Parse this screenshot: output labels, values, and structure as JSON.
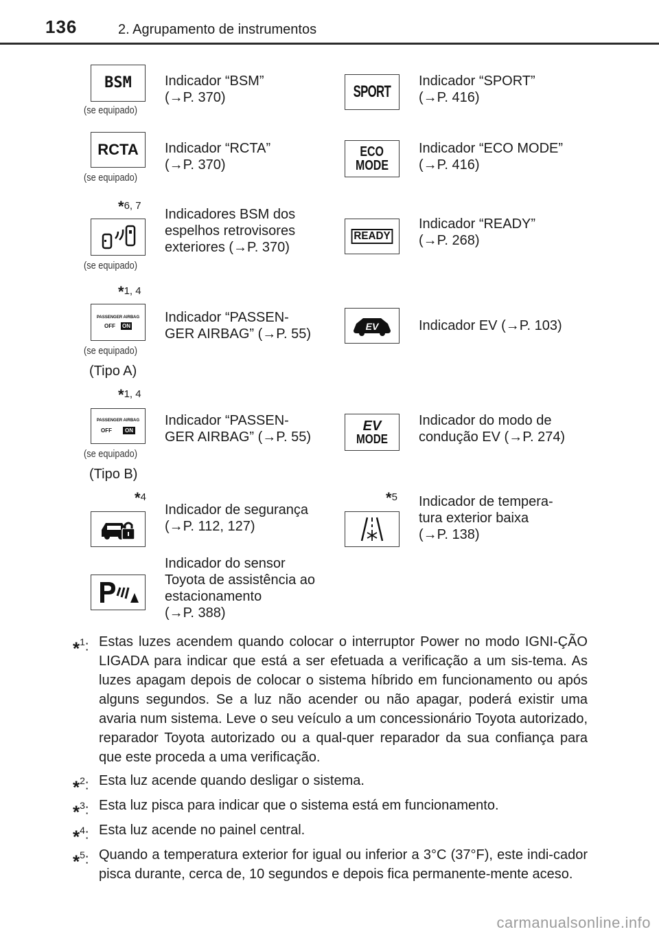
{
  "header": {
    "page_number": "136",
    "section_title": "2. Agrupamento de instrumentos"
  },
  "notes": {
    "equipped": "(se equipado)",
    "type_a": "(Tipo A)",
    "type_b": "(Tipo B)"
  },
  "left": {
    "bsm": {
      "icon": "BSM",
      "desc1": "Indicador “BSM”",
      "desc2": "(→P. 370)"
    },
    "rcta": {
      "icon": "RCTA",
      "desc1": "Indicador “RCTA”",
      "desc2": "(→P. 370)"
    },
    "mirror": {
      "star": "6, 7",
      "desc1": "Indicadores BSM dos",
      "desc2": "espelhos retrovisores",
      "desc3": "exteriores (→P. 370)"
    },
    "airbag_a": {
      "star": "1, 4",
      "icon1": "PASSENGER AIRBAG",
      "icon2": "OFF",
      "icon3": "ON",
      "desc1": "Indicador “PASSEN-",
      "desc2": "GER AIRBAG” (→P. 55)"
    },
    "airbag_b": {
      "star": "1, 4",
      "icon1": "PASSENGER AIRBAG",
      "icon2": "OFF",
      "icon3": "ON",
      "desc1": "Indicador “PASSEN-",
      "desc2": "GER AIRBAG” (→P. 55)"
    },
    "security": {
      "star": "4",
      "desc1": "Indicador de segurança",
      "desc2": "(→P. 112, 127)"
    },
    "parking": {
      "desc1": "Indicador do sensor",
      "desc2": "Toyota de assistência ao",
      "desc3": "estacionamento",
      "desc4": "(→P. 388)"
    }
  },
  "right": {
    "sport": {
      "icon": "SPORT",
      "desc1": "Indicador “SPORT”",
      "desc2": "(→P. 416)"
    },
    "eco": {
      "icon1": "ECO",
      "icon2": "MODE",
      "desc1": "Indicador “ECO MODE”",
      "desc2": "(→P. 416)"
    },
    "ready": {
      "icon": "READY",
      "desc1": "Indicador “READY”",
      "desc2": "(→P. 268)"
    },
    "ev": {
      "icon": "EV",
      "desc1": "Indicador EV (→P. 103)"
    },
    "evmode": {
      "icon1": "EV",
      "icon2": "MODE",
      "desc1": "Indicador do modo de",
      "desc2": "condução EV (→P. 274)"
    },
    "temp": {
      "star": "5",
      "desc1": "Indicador de tempera-",
      "desc2": "tura exterior baixa",
      "desc3": "(→P. 138)"
    }
  },
  "footnotes": [
    {
      "num": "1",
      "text": "Estas luzes acendem quando colocar o interruptor Power no modo IGNI-ÇÃO LIGADA para indicar que está a ser efetuada a verificação a um sis-tema. As luzes apagam depois de colocar o sistema híbrido em funcionamento ou após alguns segundos. Se a luz não acender ou não apagar, poderá existir uma avaria num sistema. Leve o seu veículo a um concessionário Toyota autorizado, reparador Toyota autorizado ou a qual-quer reparador da sua confiança para que este proceda a uma verificação."
    },
    {
      "num": "2",
      "text": "Esta luz acende quando desligar o sistema."
    },
    {
      "num": "3",
      "text": "Esta luz pisca para indicar que o sistema está em funcionamento."
    },
    {
      "num": "4",
      "text": "Esta luz acende no painel central."
    },
    {
      "num": "5",
      "text": "Quando a temperatura exterior for igual ou inferior a 3°C (37°F), este indi-cador pisca durante, cerca de, 10 segundos e depois fica permanente-mente aceso."
    }
  ],
  "watermark": "carmanualsonline.info"
}
